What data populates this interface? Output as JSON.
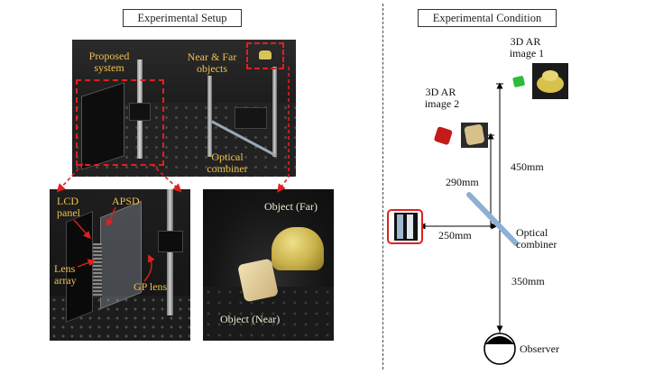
{
  "left_panel": {
    "heading": "Experimental Setup",
    "top_photo": {
      "label_proposed": "Proposed\nsystem",
      "label_objects": "Near & Far\nobjects",
      "label_combiner": "Optical\ncombiner"
    },
    "zoom_photo": {
      "label_lcd": "LCD\npanel",
      "label_apsd": "APSD",
      "label_lens_array": "Lens\narray",
      "label_gp_lens": "GP lens"
    },
    "object_photo": {
      "label_far": "Object (Far)",
      "label_near": "Object (Near)"
    }
  },
  "right_panel": {
    "heading": "Experimental Condition",
    "image1_label": "3D AR\nimage 1",
    "image2_label": "3D AR\nimage 2",
    "dist_290": "290mm",
    "dist_450": "450mm",
    "dist_250": "250mm",
    "dist_350": "350mm",
    "combiner_label": "Optical\ncombiner",
    "observer_label": "Observer"
  },
  "colors": {
    "highlight_red": "#e02020",
    "label_yellow": "#f2c04a",
    "combiner_blue": "#8fb0d6"
  }
}
